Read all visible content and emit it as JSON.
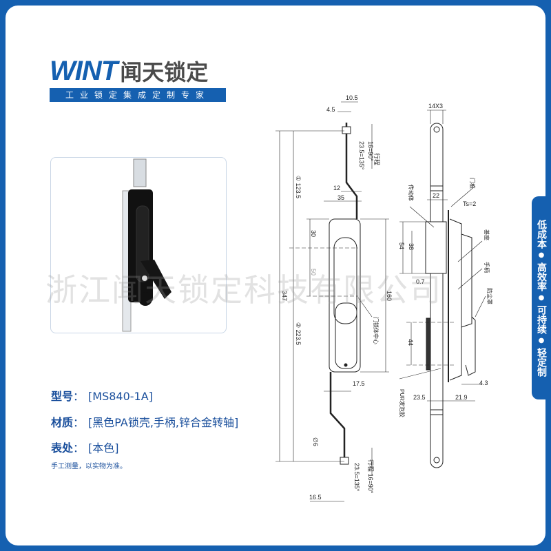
{
  "brand": {
    "logo_en": "WINT",
    "logo_cn": "闻天锁定",
    "tagline": "工业锁定集成定制专家"
  },
  "colors": {
    "brand_blue": "#1560b0",
    "text_blue": "#1a4f9c",
    "logo_gray": "#4a4a4a"
  },
  "specs": [
    {
      "label": "型号",
      "value": "[MS840-1A]"
    },
    {
      "label": "材质",
      "value": "[黑色PA锁壳,手柄,锌合金转轴]"
    },
    {
      "label": "表处",
      "value": "[本色]"
    }
  ],
  "note": "手工测量，以实物为准。",
  "side_tab": [
    "低成本",
    "高效率",
    "可持续",
    "轻定制"
  ],
  "watermark": "浙江闻天锁定科技有限公司",
  "drawing": {
    "front": {
      "d_10_5": "10.5",
      "d_4_5": "4.5",
      "travel_top": "行程",
      "travel_top_val": "16=90°",
      "angle_top": "23.5=135°",
      "d_123_5": "① 123.5",
      "d_12": "12",
      "d_35": "35",
      "d_30": "30",
      "d_50": "50",
      "d_347": "347",
      "d_160": "160",
      "d_223_5": "② 223.5",
      "door_center": "门锁体中心",
      "d_17_5": "17.5",
      "d_6": "∅6",
      "travel_bottom": "行程 16=90°",
      "angle_bottom": "23.5=135°",
      "d_16_5": "16.5"
    },
    "side": {
      "d_14x3": "14X3",
      "drive_body": "传动体",
      "door_panel": "门板",
      "d_22": "22",
      "ts": "Ts=2",
      "base": "基座",
      "d_54": "54",
      "d_38": "38",
      "handle": "手柄",
      "d_0_7": "0.7",
      "dust_cover": "防尘罩",
      "d_44": "44",
      "d_4_3": "4.3",
      "pur": "PUR发泡胶",
      "d_23_5": "23.5",
      "d_21_9": "21.9"
    }
  }
}
